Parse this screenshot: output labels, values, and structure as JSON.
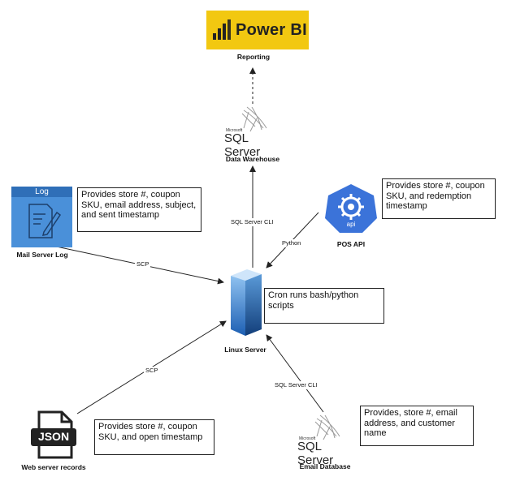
{
  "powerbi": {
    "logo_text": "Power BI",
    "label": "Reporting",
    "color": "#F2C811"
  },
  "data_warehouse": {
    "logo_small": "Microsoft",
    "logo_text": "SQL Server",
    "label": "Data Warehouse"
  },
  "mail_server_log": {
    "icon_text": "Log",
    "label": "Mail Server Log",
    "note": "Provides store #, coupon SKU, email address, subject, and sent timestamp",
    "color": "#4A90D9"
  },
  "pos_api": {
    "icon_text": "api",
    "label": "POS API",
    "note": "Provides store #, coupon SKU, and redemption timestamp",
    "color": "#3B73D9"
  },
  "linux_server": {
    "label": "Linux Server",
    "note": "Cron runs bash/python scripts"
  },
  "web_server_records": {
    "icon_text": "JSON",
    "label": "Web server records",
    "note": "Provides store #, coupon SKU, and open timestamp"
  },
  "email_database": {
    "logo_small": "Microsoft",
    "logo_text": "SQL Server",
    "label": "Email Database",
    "note": "Provides, store #, email address, and customer name"
  },
  "edges": {
    "sql_cli_up": "SQL Server CLI",
    "python": "Python",
    "scp_mail": "SCP",
    "scp_web": "SCP",
    "sql_cli_email": "SQL Server CLI"
  }
}
